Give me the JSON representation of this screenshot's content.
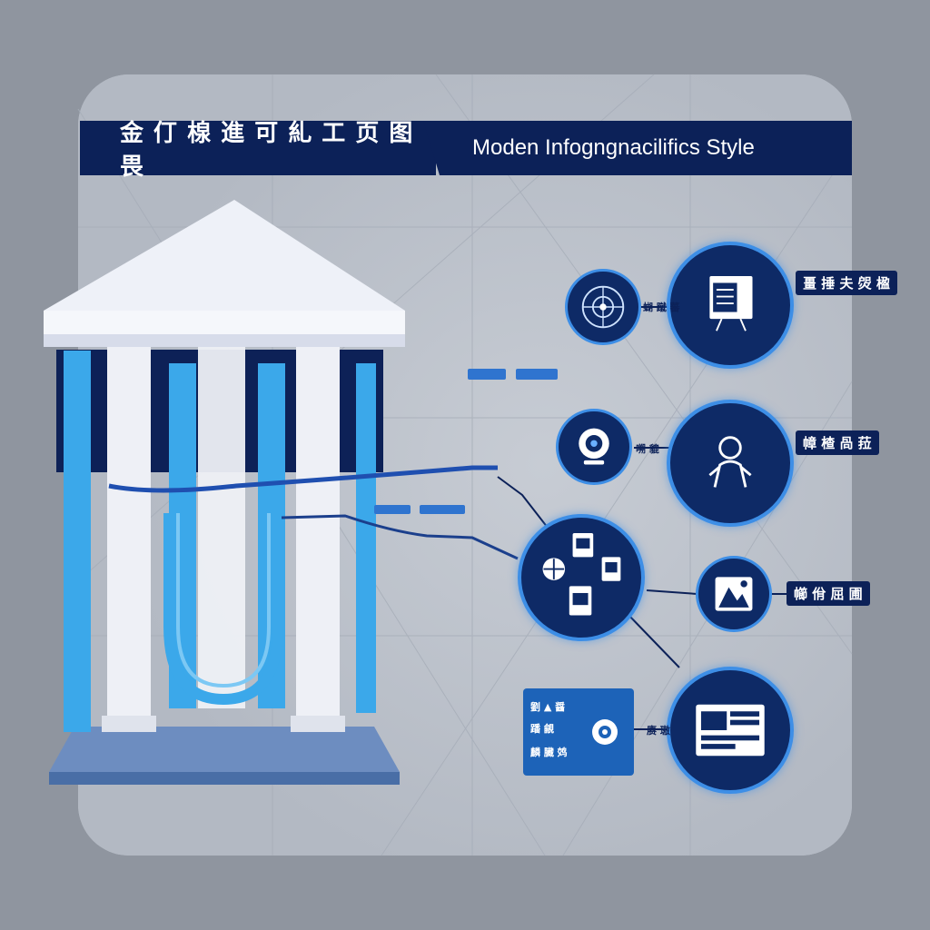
{
  "header": {
    "title_cn": "金 仃 楾 進 可 糺 工 页 图 畏",
    "title_en": "Moden Infogngnacilifics Style"
  },
  "labels": {
    "top_chip": "畺 捶 夫 焈 楹",
    "mid_chip": "幛 楂 咼 菈",
    "lower_chip": "幯 佾 屈 圃",
    "small_1": "蝴 蹴 蕃",
    "small_2": "嗍 貔",
    "small_3": "赓 璈"
  },
  "card": {
    "lines": [
      "劉 ▲ 醤",
      "蹯 覦",
      "麟 臓 䴔"
    ]
  },
  "colors": {
    "navy": "#0c2158",
    "accent_blue": "#3d8ee6",
    "column_blue": "#4fb0ee",
    "card_blue": "#1d63b8",
    "panel": "#b7bdc6",
    "background": "#8f959f"
  },
  "icons": {
    "node_top_small": "target-globe-icon",
    "node_top_large": "presentation-board-icon",
    "node_mid_small": "webcam-icon",
    "node_mid_large": "person-icon",
    "node_center": "devices-cluster-icon",
    "node_lower_small": "landscape-icon",
    "node_bottom_card": "gear-icon",
    "node_bottom_large": "dashboard-window-icon"
  }
}
